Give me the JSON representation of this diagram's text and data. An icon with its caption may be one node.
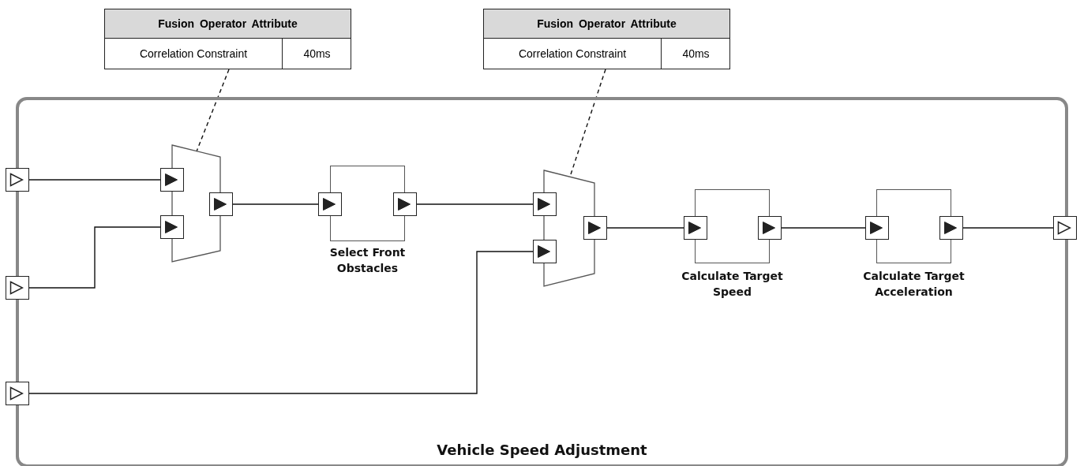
{
  "diagram": {
    "nodes": [
      {
        "text": [
          "Vehicle Speed Adjustment"
        ]
      },
      {
        "text": [
          "Fusion Operator Attribute",
          "Correlation Constraint",
          "40ms"
        ]
      },
      {
        "text": [
          "Fusion Operator Attribute",
          "Correlation Constraint",
          "40ms"
        ]
      },
      {
        "text": [],
        "shape": "box"
      },
      {
        "text": [],
        "shape": "box"
      },
      {
        "text": [],
        "shape": "box"
      },
      {
        "text": [],
        "shape": "box"
      },
      {
        "text": [],
        "shape": "trapezoid",
        "in": 0
      },
      {
        "text": [],
        "shape": "box",
        "in": 0
      },
      {
        "text": [],
        "shape": "box",
        "in": 0
      },
      {
        "text": [],
        "shape": "box",
        "in": 0
      },
      {
        "text": [
          "Select Front Obstacles"
        ],
        "in": 0
      },
      {
        "text": [],
        "shape": "box",
        "in": 0
      },
      {
        "text": [],
        "shape": "box",
        "in": 0
      },
      {
        "text": [],
        "shape": "trapezoid",
        "in": 0
      },
      {
        "text": [],
        "shape": "box",
        "in": 0
      },
      {
        "text": [],
        "shape": "box",
        "in": 0
      },
      {
        "text": [],
        "shape": "box",
        "in": 0
      },
      {
        "text": [
          "Calculate Target Speed"
        ],
        "in": 0
      },
      {
        "text": [],
        "shape": "box",
        "in": 0
      },
      {
        "text": [],
        "shape": "box",
        "in": 0
      },
      {
        "text": [
          "Calculate Target Acceleration"
        ],
        "in": 0
      },
      {
        "text": [],
        "shape": "box",
        "in": 0
      },
      {
        "text": [],
        "shape": "box",
        "in": 0
      }
    ],
    "edges": [
      {
        "from": 3,
        "to": 8,
        "arrow": "none"
      },
      {
        "from": 4,
        "to": 9,
        "arrow": "none"
      },
      {
        "from": 10,
        "to": 12,
        "arrow": "none"
      },
      {
        "from": 13,
        "to": 15,
        "arrow": "none"
      },
      {
        "from": 5,
        "to": 16,
        "arrow": "none"
      },
      {
        "from": 17,
        "to": 19,
        "arrow": "none"
      },
      {
        "from": 20,
        "to": 22,
        "arrow": "none"
      },
      {
        "from": 23,
        "to": 6,
        "arrow": "none"
      },
      {
        "from": 1,
        "to": 7,
        "arrow": "none",
        "style": "dashed"
      },
      {
        "from": 2,
        "to": 14,
        "arrow": "none",
        "style": "dashed"
      }
    ]
  }
}
